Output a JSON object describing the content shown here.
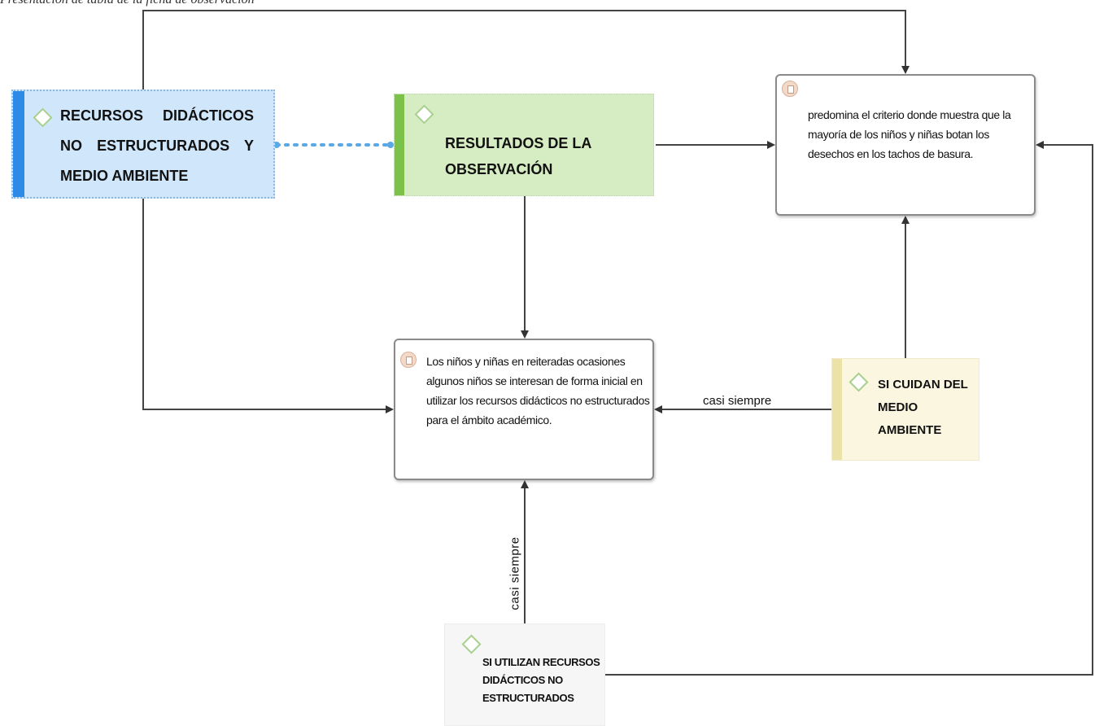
{
  "caption": "Presentación de tabla de la ficha de observación",
  "nodes": {
    "recursos": {
      "label": "RECURSOS DIDÁCTICOS NO ESTRUCTURADOS Y MEDIO AMBIENTE",
      "color": "#cfe6fb",
      "accent": "#2d8ae6"
    },
    "resultados": {
      "label": "RESULTADOS DE LA OBSERVACIÓN",
      "color": "#d6ecc2",
      "accent": "#7cc24a"
    },
    "predomina": {
      "label": "predomina el criterio donde muestra que la mayoría de los niños y niñas botan los desechos en los tachos de basura."
    },
    "ninos": {
      "label": "Los niños y niñas en reiteradas ocasiones algunos niños se interesan de forma inicial en utilizar los recursos didácticos no estructurados para el ámbito académico."
    },
    "cuidan": {
      "label": "SI CUIDAN DEL MEDIO AMBIENTE",
      "color": "#fbf6df",
      "accent": "#ebe2a8"
    },
    "utilizan": {
      "label": "SI UTILIZAN RECURSOS DIDÁCTICOS NO ESTRUCTURADOS"
    }
  },
  "edge_labels": {
    "cuidan_to_ninos": "casi siempre",
    "utilizan_to_ninos": "casi siempre"
  },
  "edges": [
    {
      "from": "recursos",
      "to": "resultados",
      "style": "dotted"
    },
    {
      "from": "recursos",
      "to": "predomina"
    },
    {
      "from": "recursos",
      "to": "ninos"
    },
    {
      "from": "resultados",
      "to": "predomina"
    },
    {
      "from": "resultados",
      "to": "ninos"
    },
    {
      "from": "cuidan",
      "to": "predomina"
    },
    {
      "from": "cuidan",
      "to": "ninos"
    },
    {
      "from": "utilizan",
      "to": "ninos"
    },
    {
      "from": "utilizan",
      "to": "predomina"
    }
  ]
}
